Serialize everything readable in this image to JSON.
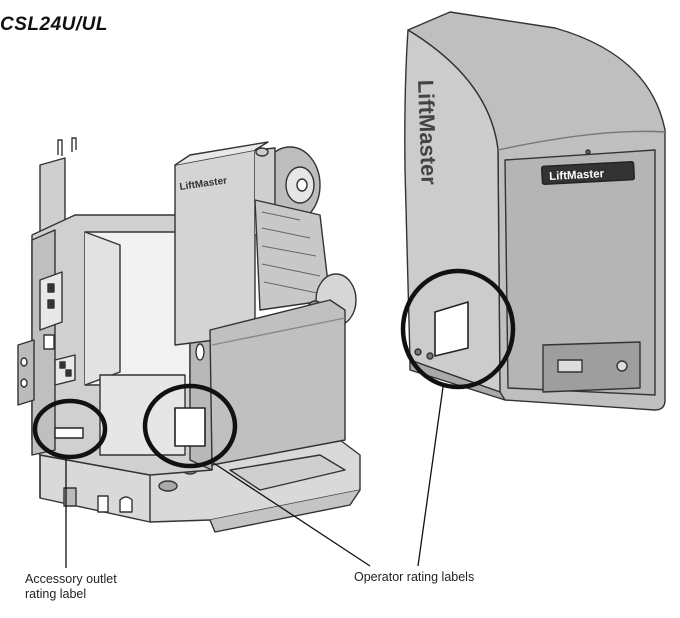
{
  "figure": {
    "model_title": "CSL24U/UL",
    "brand_label": "LiftMaster",
    "brand_vertical_label": "LiftMaster"
  },
  "callouts": {
    "accessory_line1": "Accessory outlet",
    "accessory_line2": "rating label",
    "operator": "Operator rating labels"
  }
}
